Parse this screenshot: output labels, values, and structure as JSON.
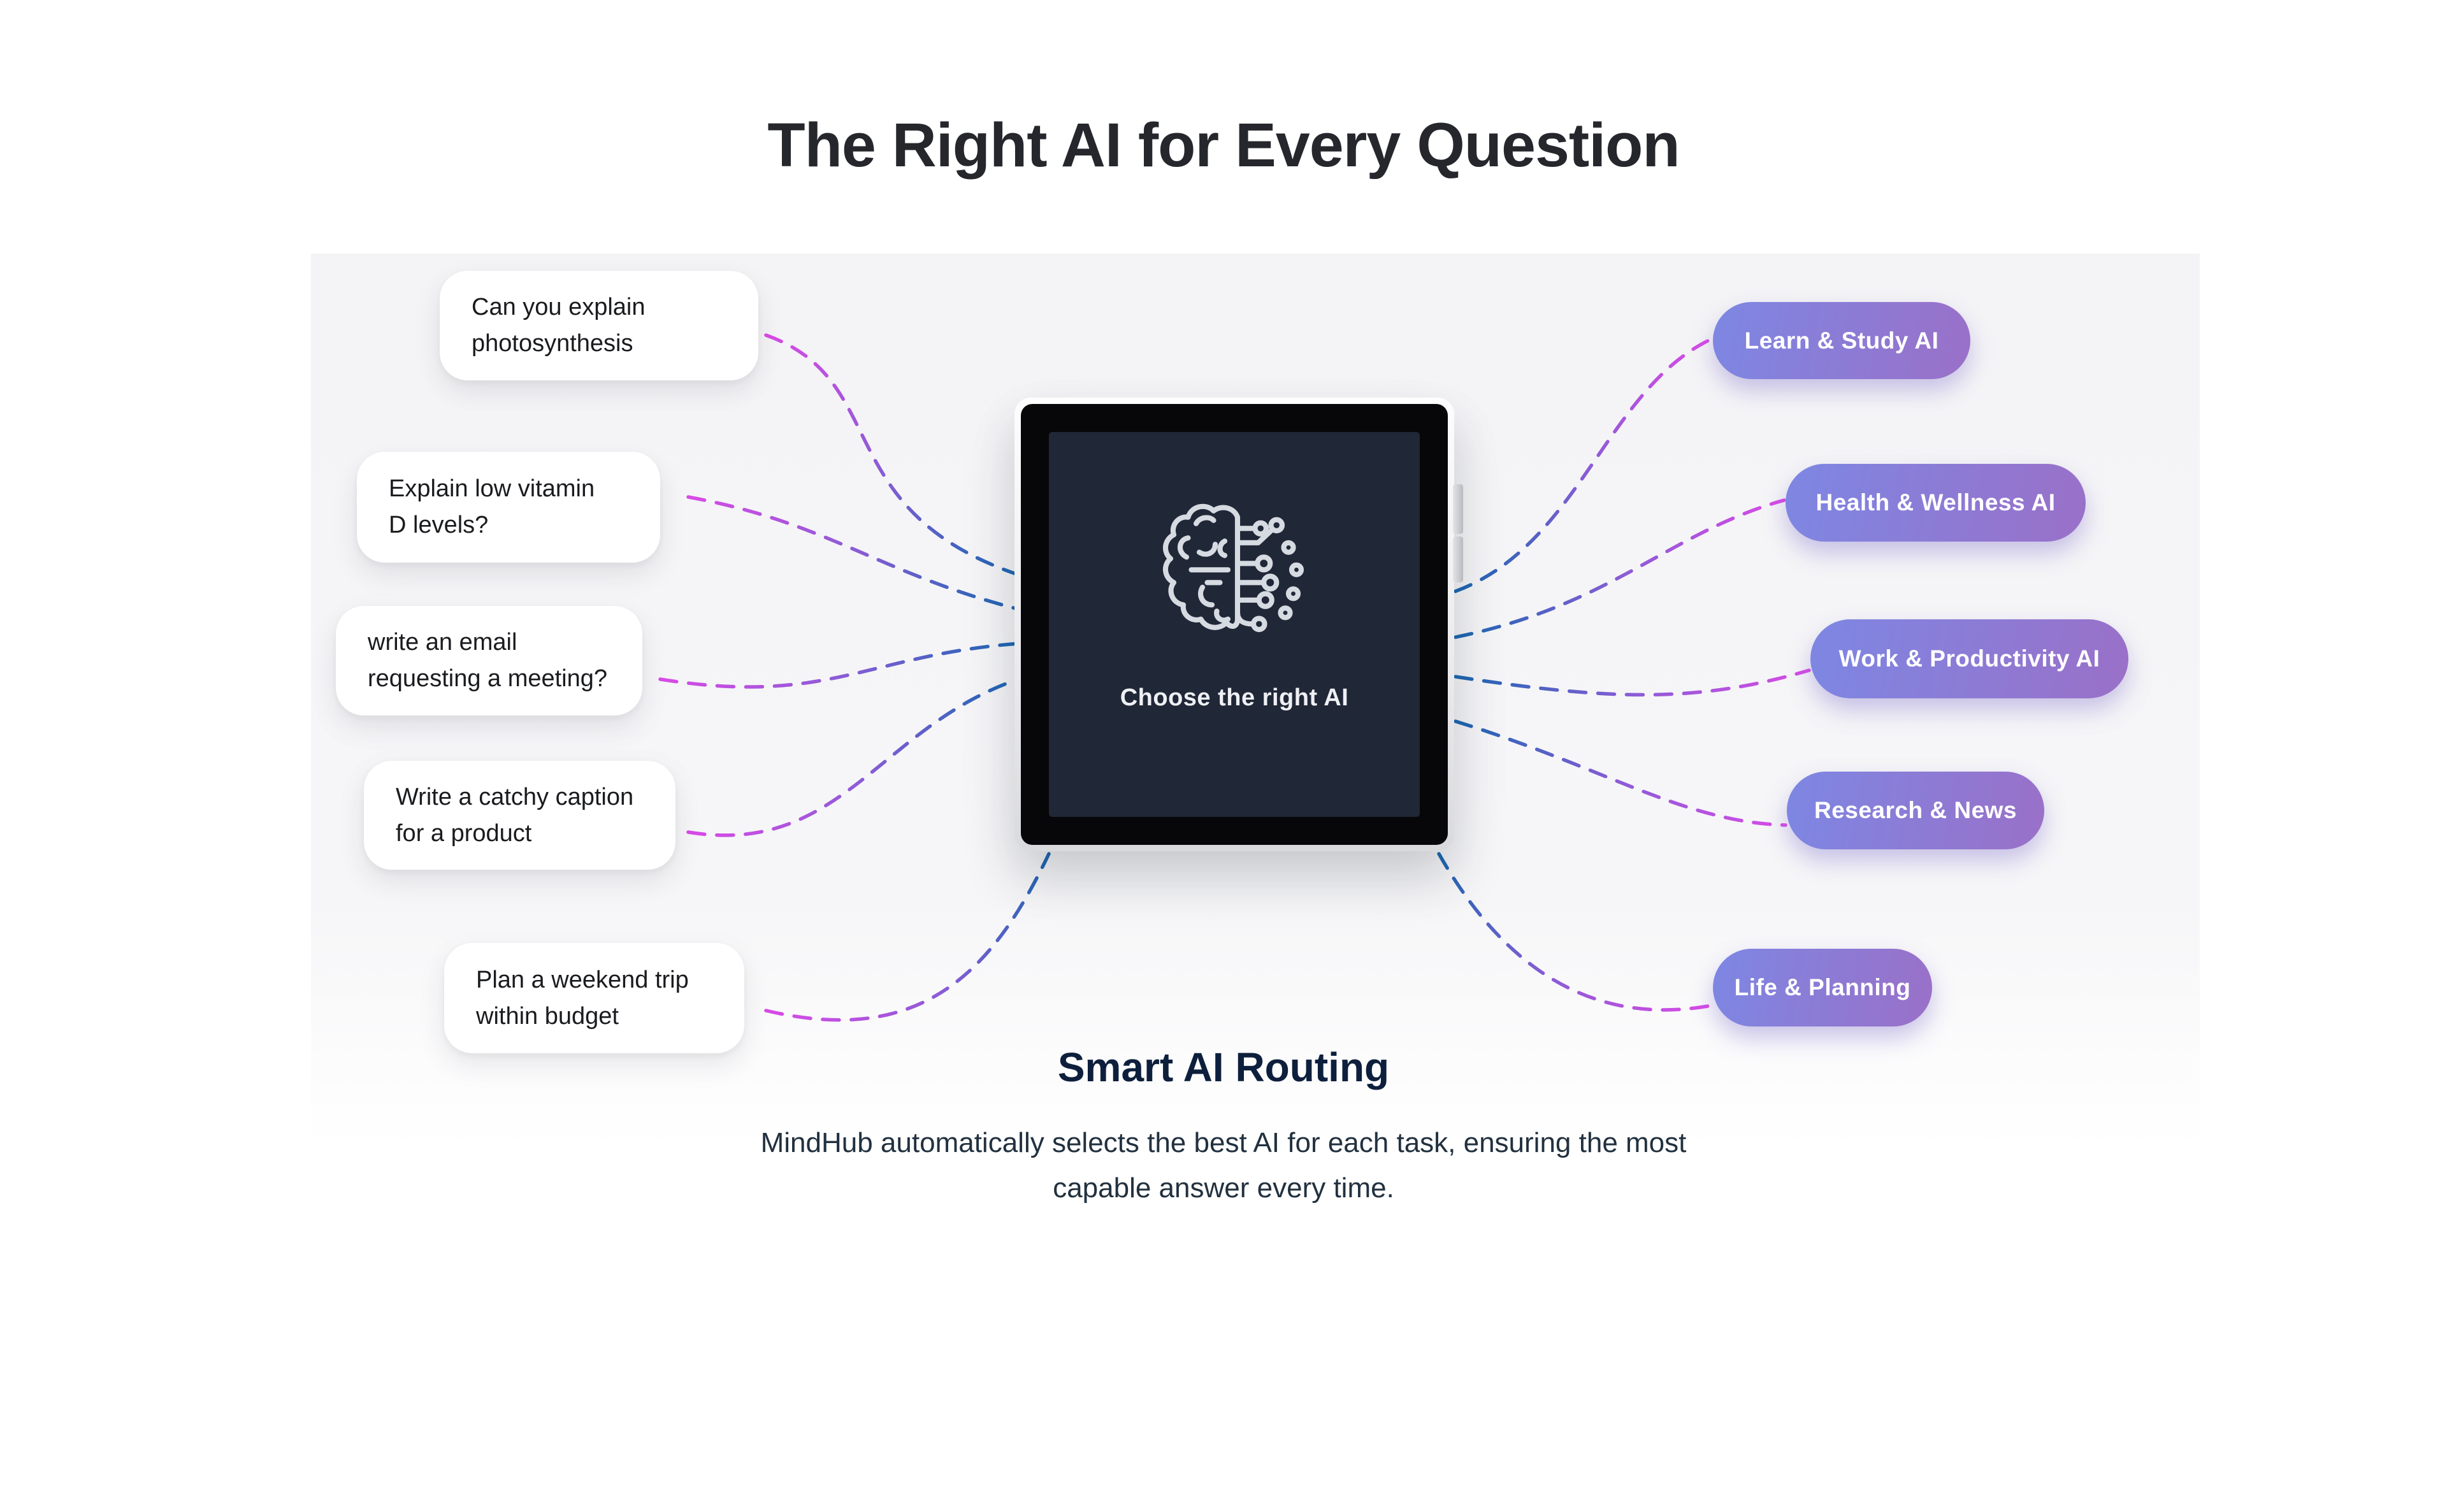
{
  "page": {
    "title": "The Right AI for Every Question"
  },
  "questions": [
    "Can you explain\nphotosynthesis",
    "Explain low vitamin\nD levels?",
    "write an email\nrequesting a meeting?",
    "Write a catchy caption\nfor a product",
    "Plan a weekend trip\nwithin budget"
  ],
  "device": {
    "screen_label": "Choose the right AI",
    "icon": "brain-circuit-icon",
    "screen_bg": "#202737",
    "icon_stroke": "#d6dae1"
  },
  "categories": [
    "Learn & Study AI",
    "Health & Wellness AI",
    "Work & Productivity AI",
    "Research & News",
    "Life & Planning"
  ],
  "routing": {
    "heading": "Smart AI Routing",
    "description": "MindHub automatically selects the best AI for each task, ensuring the most\ncapable answer every time."
  },
  "colors": {
    "line_magenta": "#d94ae6",
    "line_purple": "#8b5cd6",
    "line_blue": "#1a67b2",
    "pill_gradient_start": "#7d87e3",
    "pill_gradient_end": "#9a70c8",
    "title_color": "#25272c",
    "heading_color": "#0d1f3c"
  }
}
